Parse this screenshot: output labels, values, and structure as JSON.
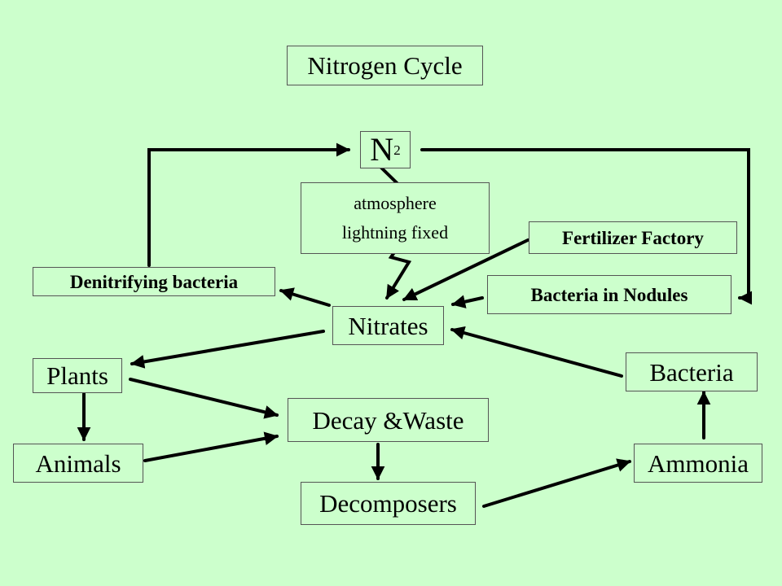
{
  "title": "Nitrogen Cycle",
  "nodes": {
    "n2": {
      "main": "N",
      "sub": "2"
    },
    "atmosphere": "atmosphere",
    "lightning": "lightning fixed",
    "fertilizer": "Fertilizer Factory",
    "denitrifying": "Denitrifying bacteria",
    "nodules": "Bacteria in Nodules",
    "nitrates": "Nitrates",
    "plants": "Plants",
    "bacteria": "Bacteria",
    "decay": "Decay &Waste",
    "animals": "Animals",
    "ammonia": "Ammonia",
    "decomposers": "Decomposers"
  },
  "colors": {
    "background": "#CCFFCC",
    "lines": "#000000"
  }
}
